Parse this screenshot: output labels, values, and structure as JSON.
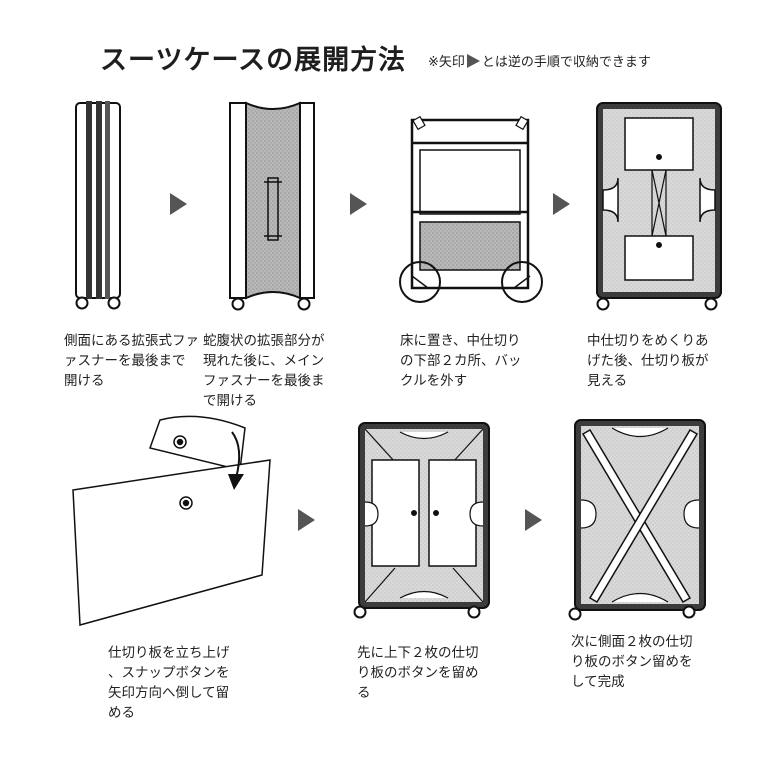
{
  "title": "スーツケースの展開方法",
  "note": {
    "prefix": "※矢印",
    "suffix": "とは逆の手順で収納できます"
  },
  "steps": [
    {
      "caption": "側面にある拡張式ファ\nァスナーを最後まで\n開ける"
    },
    {
      "caption": "蛇腹状の拡張部分が\n現れた後に、メイン\nファスナーを最後ま\nで開ける"
    },
    {
      "caption": "床に置き、中仕切り\nの下部２カ所、バッ\nクルを外す"
    },
    {
      "caption": "中仕切りをめくりあ\nげた後、仕切り板が\n見える"
    },
    {
      "caption": "仕切り板を立ち上げ\n、スナップボタンを\n矢印方向へ倒して留\nめる"
    },
    {
      "caption": "先に上下２枚の仕切\nり板のボタンを留め\nる"
    },
    {
      "caption": "次に側面２枚の仕切\nり板のボタン留めを\nして完成"
    }
  ]
}
